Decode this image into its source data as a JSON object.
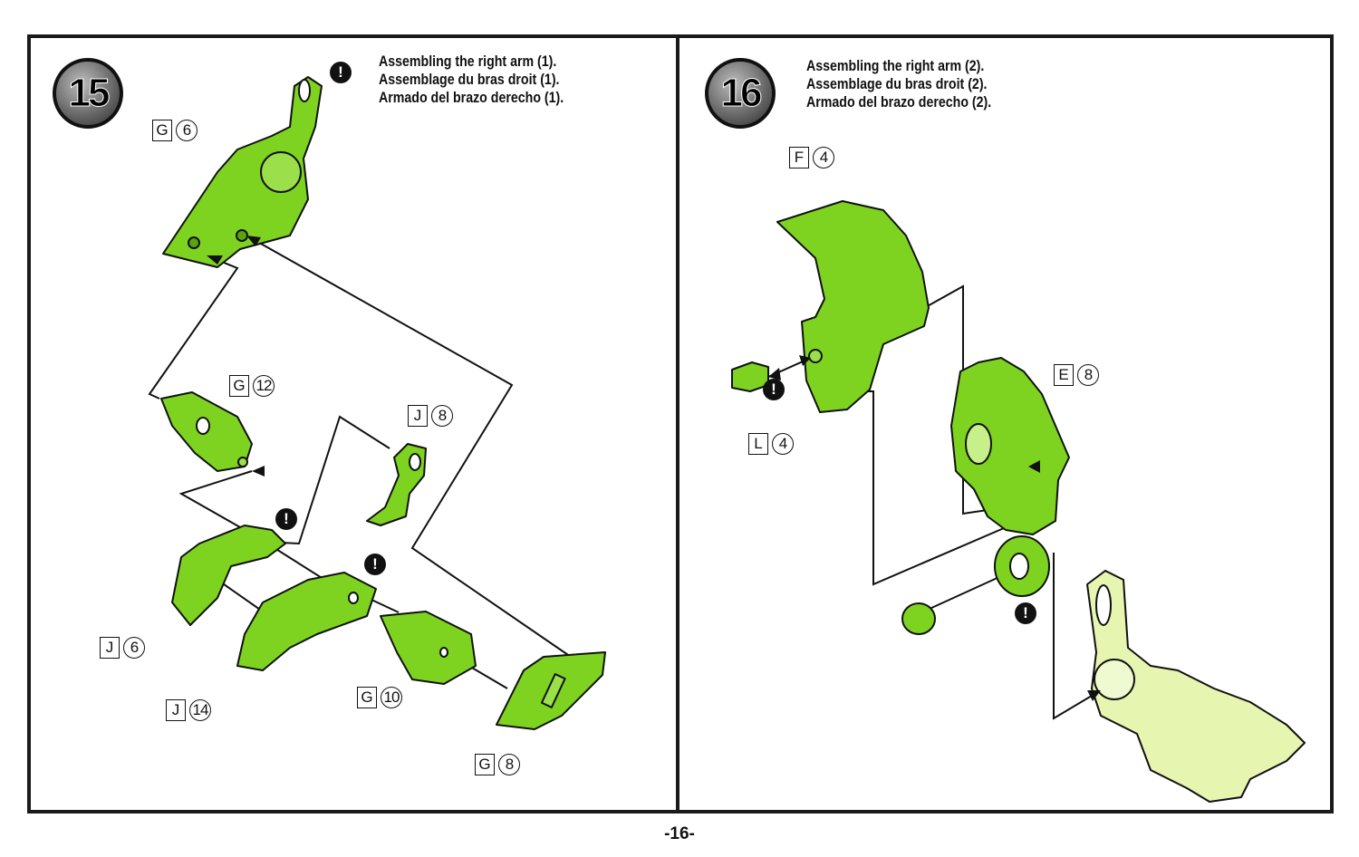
{
  "page_number": "-16-",
  "colors": {
    "part_green": "#7ed321",
    "part_light": "#e6f5b0",
    "outline": "#111111"
  },
  "step15": {
    "number": "15",
    "lines": [
      "Assembling the right arm (1).",
      "Assemblage du bras droit (1).",
      "Armado del brazo derecho (1)."
    ],
    "parts": [
      {
        "tree": "G",
        "num": "6"
      },
      {
        "tree": "G",
        "num": "12"
      },
      {
        "tree": "J",
        "num": "8"
      },
      {
        "tree": "J",
        "num": "6"
      },
      {
        "tree": "J",
        "num": "14"
      },
      {
        "tree": "G",
        "num": "10"
      },
      {
        "tree": "G",
        "num": "8"
      }
    ],
    "caution_mark": "!"
  },
  "step16": {
    "number": "16",
    "lines": [
      "Assembling the right arm (2).",
      "Assemblage du bras droit (2).",
      "Armado del brazo derecho (2)."
    ],
    "parts": [
      {
        "tree": "F",
        "num": "4"
      },
      {
        "tree": "E",
        "num": "8"
      },
      {
        "tree": "L",
        "num": "4"
      }
    ],
    "caution_mark": "!"
  }
}
